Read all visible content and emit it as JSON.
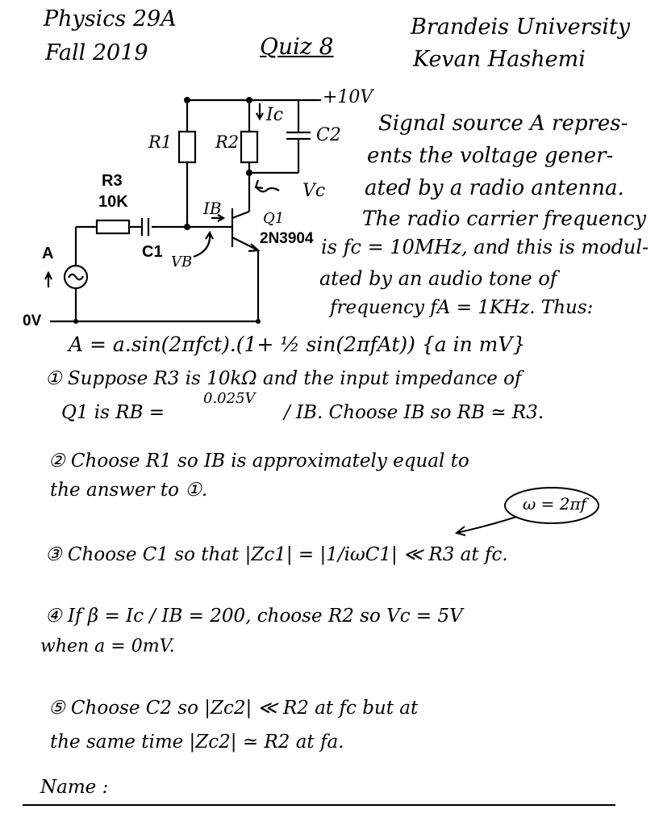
{
  "header": {
    "course": "Physics 29A",
    "term": "Fall 2019",
    "quiz": "Quiz 8",
    "university": "Brandeis University",
    "instructor": "Kevan Hashemi"
  },
  "circuit": {
    "supply": "+10V",
    "ground": "0V",
    "r1": "R1",
    "r2": "R2",
    "r3": "R3",
    "r3_value": "10K",
    "c1": "C1",
    "c2": "C2",
    "ic": "Ic",
    "ib": "IB",
    "vb": "VB",
    "vc": "Vc",
    "transistor": "Q1",
    "transistor_model": "2N3904",
    "source": "A"
  },
  "description": [
    "Signal source A repres-",
    "ents the voltage gener-",
    "ated by a radio antenna.",
    "The radio carrier frequency",
    "is fc = 10MHz, and this is modul-",
    "ated by an audio tone of",
    "frequency fA = 1KHz. Thus:"
  ],
  "formula": "A = a.sin(2πfct).(1+ ½ sin(2πfAt)) {a in mV}",
  "questions": {
    "q1_line1": "① Suppose R3 is 10kΩ and the input impedance of",
    "q1_line2": "Q1 is RB =",
    "q1_fraction": "0.025V",
    "q1_line2b": "/ IB. Choose IB so RB ≃ R3.",
    "q2_line1": "② Choose R1 so IB is approximately equal to",
    "q2_line2": "the answer to ①.",
    "omega_note": "ω = 2πf",
    "q3": "③ Choose C1 so that |Zc1| = |1/iωC1| ≪ R3 at fc.",
    "q4_line1": "④ If β = Ic / IB = 200, choose R2 so Vc = 5V",
    "q4_line2": "when a = 0mV.",
    "q5_line1": "⑤ Choose C2 so |Zc2| ≪ R2 at fc but at",
    "q5_line2": "the same time |Zc2| ≃ R2 at fa."
  },
  "footer": {
    "name_label": "Name :"
  }
}
